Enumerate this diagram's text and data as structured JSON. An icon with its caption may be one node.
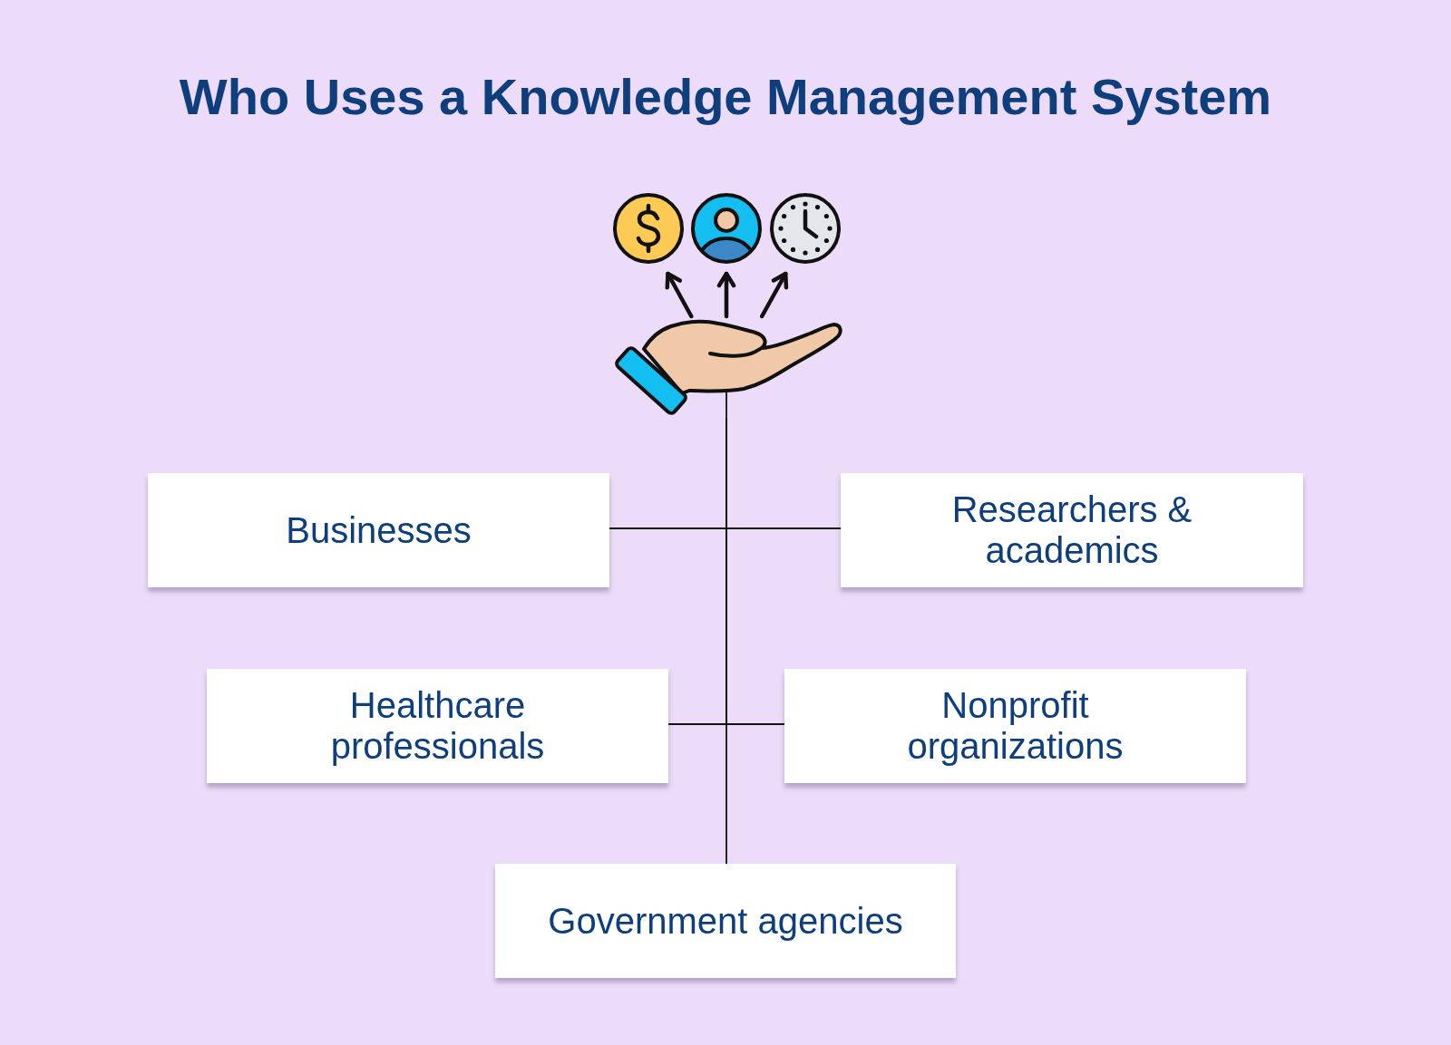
{
  "diagram": {
    "title": "Who Uses a Knowledge Management System",
    "nodes": [
      {
        "text": [],
        "shape": "picture"
      },
      {
        "text": [],
        "shape": "picture"
      },
      {
        "text": [],
        "shape": "picture"
      },
      {
        "text": [],
        "shape": "picture"
      },
      {
        "text": [
          "Businesses"
        ]
      },
      {
        "text": [
          "Researchers & academics"
        ]
      },
      {
        "text": [
          "Healthcare professionals"
        ]
      },
      {
        "text": [
          "Nonprofit organizations"
        ]
      },
      {
        "text": [
          "Government agencies"
        ]
      }
    ],
    "edges": [
      {
        "from": 3,
        "to": 0,
        "arrow": "to",
        "style": "thick"
      },
      {
        "from": 3,
        "to": 1,
        "arrow": "to",
        "style": "thick"
      },
      {
        "from": 3,
        "to": 2,
        "arrow": "to",
        "style": "thick"
      },
      {
        "from": 3,
        "to": 4,
        "arrow": "none"
      },
      {
        "from": 3,
        "to": 5,
        "arrow": "none"
      },
      {
        "from": 3,
        "to": 6,
        "arrow": "none"
      },
      {
        "from": 3,
        "to": 7,
        "arrow": "none"
      },
      {
        "from": 3,
        "to": 8,
        "arrow": "none"
      }
    ]
  }
}
